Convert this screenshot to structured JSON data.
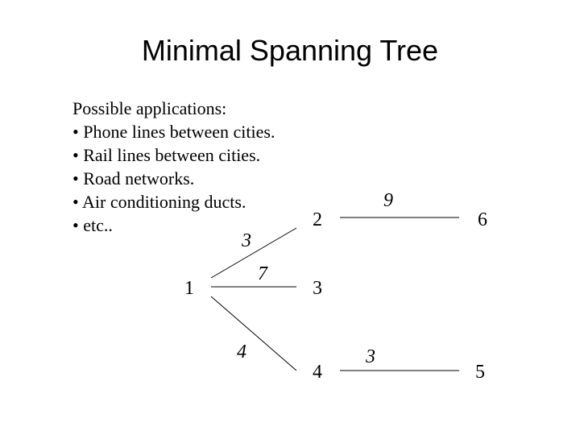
{
  "title": "Minimal Spanning Tree",
  "applications": {
    "heading": "Possible applications:",
    "items": [
      "• Phone lines between cities.",
      "• Rail lines between cities.",
      "• Road networks.",
      "• Air conditioning ducts.",
      "• etc.."
    ]
  },
  "graph": {
    "nodes": [
      {
        "id": "n1",
        "label": "1"
      },
      {
        "id": "n2",
        "label": "2"
      },
      {
        "id": "n3",
        "label": "3"
      },
      {
        "id": "n4",
        "label": "4"
      },
      {
        "id": "n5",
        "label": "5"
      },
      {
        "id": "n6",
        "label": "6"
      }
    ],
    "edges": [
      {
        "from": "1",
        "to": "2",
        "weight": "3"
      },
      {
        "from": "1",
        "to": "3",
        "weight": "7"
      },
      {
        "from": "1",
        "to": "4",
        "weight": "4"
      },
      {
        "from": "2",
        "to": "6",
        "weight": "9"
      },
      {
        "from": "4",
        "to": "5",
        "weight": "3"
      }
    ]
  }
}
